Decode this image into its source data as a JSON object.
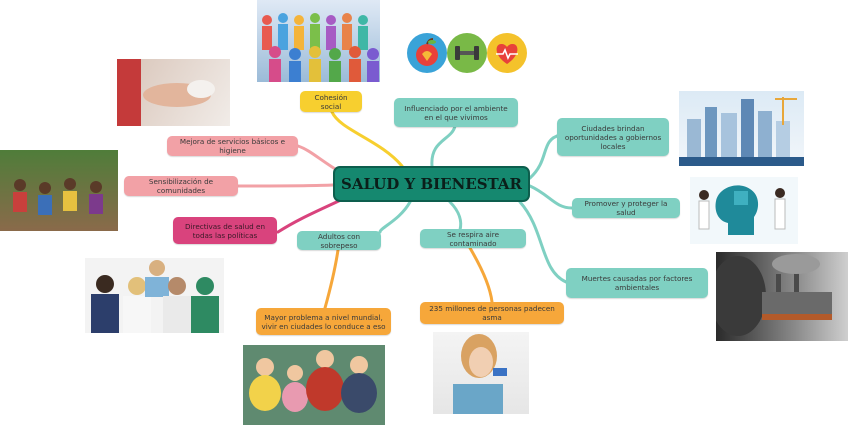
{
  "central": {
    "label": "SALUD Y BIENESTAR"
  },
  "nodes": {
    "cohesion": "Cohesión social",
    "ambiente": "Influenciado por el ambiente en el que vivimos",
    "ciudades": "Ciudades brindan oportunidades a gobiernos locales",
    "promover": "Promover y proteger la salud",
    "muertes": "Muertes causadas por factores ambientales",
    "aire": "Se respira aire contaminado",
    "asma": "235 millones de personas padecen asma",
    "sobrepeso": "Adultos con sobrepeso",
    "problema": "Mayor problema a nivel mundial, vivir en ciudades lo conduce a eso",
    "directivas": "Directivas de salud en todas las políticas",
    "sensibilizacion": "Sensibilización de comunidades",
    "servicios": "Mejora de servicios básicos e higiene"
  },
  "colors": {
    "teal": "#7fd0c2",
    "pink": "#f2a1a6",
    "yellow": "#f7cf2f",
    "orange": "#f6a73a",
    "magenta": "#d9437d",
    "central": "#15886f"
  },
  "icons": [
    "apple-heart-icon",
    "dumbbell-icon",
    "heartbeat-icon"
  ]
}
